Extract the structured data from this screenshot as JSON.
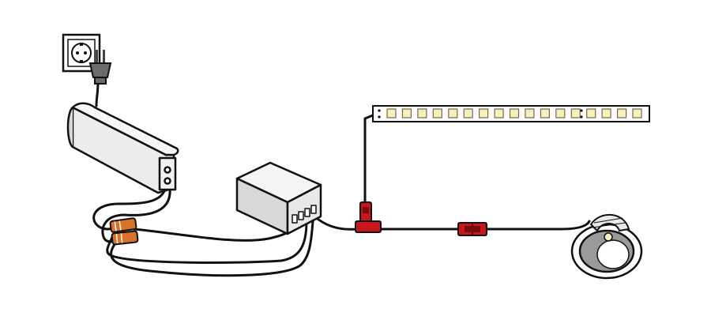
{
  "diagram": {
    "components": [
      {
        "name": "wall-socket",
        "icon": "wall-socket-icon"
      },
      {
        "name": "power-plug",
        "icon": "plug-icon"
      },
      {
        "name": "led-driver-power-supply",
        "icon": "power-supply-icon"
      },
      {
        "name": "wire-connectors",
        "icon": "lever-connector-icon"
      },
      {
        "name": "controller-box",
        "icon": "controller-icon"
      },
      {
        "name": "t-connector",
        "icon": "t-connector-icon"
      },
      {
        "name": "inline-connector",
        "icon": "inline-connector-icon"
      },
      {
        "name": "led-strip",
        "icon": "led-strip-icon"
      },
      {
        "name": "led-downlight",
        "icon": "downlight-icon"
      }
    ],
    "colors": {
      "outline": "#111111",
      "device_fill": "#e6e6e6",
      "connector_red": "#c8161d",
      "connector_orange": "#d9722b",
      "led_warm": "#f6efc0",
      "led_chip_outline": "#7a6a3a",
      "socket_plug": "#666666",
      "downlight_inner": "#9a9a9a"
    },
    "led_strip_chips": 17
  }
}
